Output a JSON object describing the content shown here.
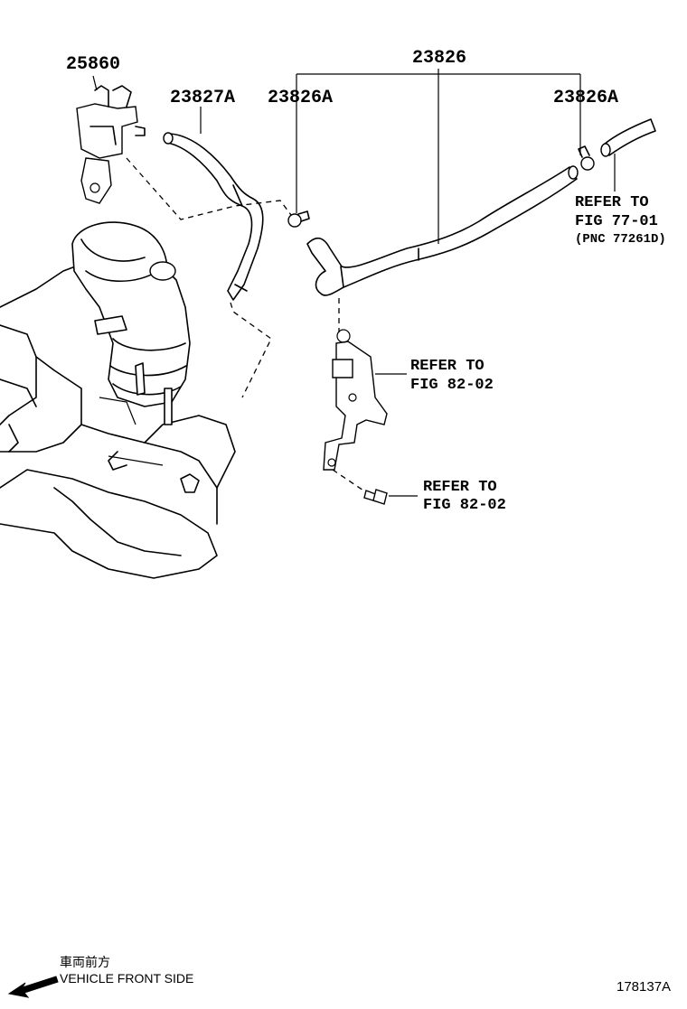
{
  "parts": {
    "p25860": "25860",
    "p23827A": "23827A",
    "p23826A_left": "23826A",
    "p23826": "23826",
    "p23826A_right": "23826A"
  },
  "refs": {
    "fig7701_line1": "REFER TO",
    "fig7701_line2": "FIG 77-01",
    "fig7701_pnc": "(PNC 77261D)",
    "fig8202a_line1": "REFER TO",
    "fig8202a_line2": "FIG 82-02",
    "fig8202b_line1": "REFER TO",
    "fig8202b_line2": "FIG 82-02"
  },
  "footer": {
    "front_jp": "車両前方",
    "front_en": "VEHICLE FRONT SIDE",
    "illustration_no": "178137A"
  }
}
